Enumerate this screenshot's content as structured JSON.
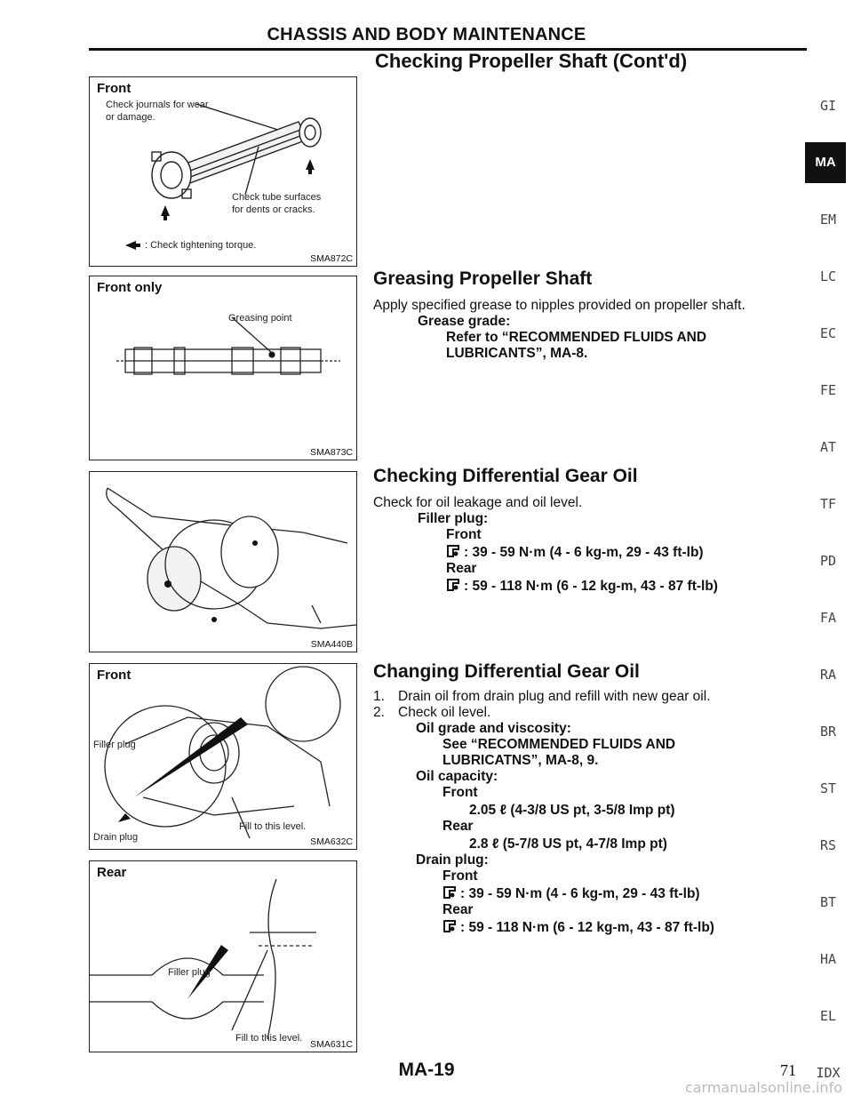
{
  "header": {
    "title": "CHASSIS AND BODY MAINTENANCE",
    "subtitle": "Checking Propeller Shaft (Cont'd)"
  },
  "figures": {
    "fig1": {
      "caption": "Front",
      "note_journals_1": "Check journals for wear",
      "note_journals_2": "or damage.",
      "note_tube_1": "Check tube surfaces",
      "note_tube_2": "for dents or cracks.",
      "note_torque": ": Check tightening torque.",
      "code": "SMA872C"
    },
    "fig2": {
      "caption": "Front only",
      "note": "Greasing point",
      "code": "SMA873C"
    },
    "fig3": {
      "code": "SMA440B"
    },
    "fig4": {
      "caption": "Front",
      "filler": "Filler plug",
      "fill_level": "Fill to this level.",
      "drain": "Drain plug",
      "code": "SMA632C"
    },
    "fig5": {
      "caption": "Rear",
      "filler": "Filler plug",
      "fill_level": "Fill to this level.",
      "code": "SMA631C"
    }
  },
  "sections": {
    "greasing": {
      "heading": "Greasing Propeller Shaft",
      "line1": "Apply specified grease to nipples provided on propeller shaft.",
      "line2": "Grease grade:",
      "line3": "Refer to “RECOMMENDED FLUIDS AND",
      "line4": "LUBRICANTS”, MA-8."
    },
    "checking": {
      "heading": "Checking Differential Gear Oil",
      "line1": "Check for oil leakage and oil level.",
      "filler": "Filler plug:",
      "front": "Front",
      "front_torque": ":  39 - 59 N·m (4 - 6 kg-m, 29 - 43 ft-lb)",
      "rear": "Rear",
      "rear_torque": ":  59 - 118 N·m (6 - 12 kg-m, 43 - 87 ft-lb)"
    },
    "changing": {
      "heading": "Changing Differential Gear Oil",
      "step1_num": "1.",
      "step1": "Drain oil from drain plug and refill with new gear oil.",
      "step2_num": "2.",
      "step2": "Check oil level.",
      "oil_grade": "Oil grade and viscosity:",
      "see1": "See “RECOMMENDED FLUIDS AND",
      "see2": "LUBRICATNS”, MA-8, 9.",
      "capacity": "Oil capacity:",
      "cap_front": "Front",
      "cap_front_val": "2.05 ℓ (4-3/8 US pt, 3-5/8 Imp pt)",
      "cap_rear": "Rear",
      "cap_rear_val": "2.8 ℓ (5-7/8 US pt, 4-7/8 Imp pt)",
      "drain": "Drain plug:",
      "dr_front": "Front",
      "dr_front_torque": ":  39 - 59 N·m (4 - 6 kg-m, 29 - 43 ft-lb)",
      "dr_rear": "Rear",
      "dr_rear_torque": ":  59 - 118 N·m (6 - 12 kg-m, 43 - 87 ft-lb)"
    }
  },
  "side_tabs": [
    "GI",
    "MA",
    "EM",
    "LC",
    "EC",
    "FE",
    "AT",
    "TF",
    "PD",
    "FA",
    "RA",
    "BR",
    "ST",
    "RS",
    "BT",
    "HA",
    "EL",
    "IDX"
  ],
  "active_tab": "MA",
  "footer": {
    "page_code": "MA-19",
    "page_number": "71",
    "watermark": "carmanualsonline.info"
  }
}
